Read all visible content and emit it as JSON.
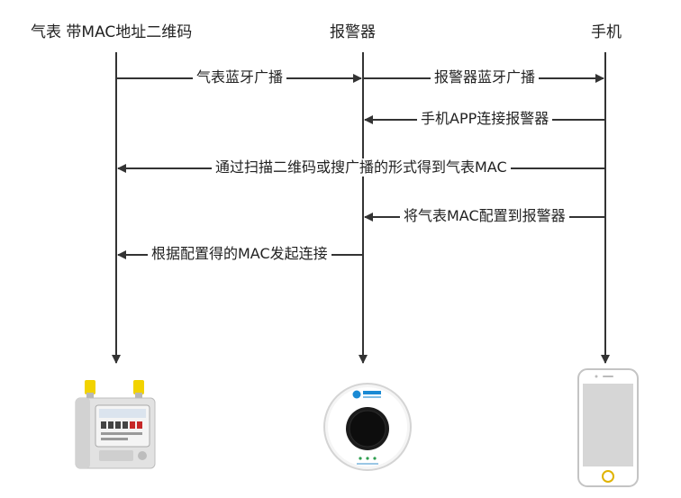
{
  "participants": [
    {
      "id": "meter",
      "label": "气表 带MAC地址二维码",
      "icon": "gas-meter-icon"
    },
    {
      "id": "alarm",
      "label": "报警器",
      "icon": "alarm-device-icon"
    },
    {
      "id": "phone",
      "label": "手机",
      "icon": "phone-icon"
    }
  ],
  "messages": [
    {
      "from": "meter",
      "to": "alarm",
      "label": "气表蓝牙广播"
    },
    {
      "from": "alarm",
      "to": "phone",
      "label": "报警器蓝牙广播"
    },
    {
      "from": "phone",
      "to": "alarm",
      "label": "手机APP连接报警器"
    },
    {
      "from": "phone",
      "to": "meter",
      "label": "通过扫描二维码或搜广播的形式得到气表MAC"
    },
    {
      "from": "phone",
      "to": "alarm",
      "label": "将气表MAC配置到报警器"
    },
    {
      "from": "alarm",
      "to": "meter",
      "label": "根据配置得的MAC发起连接"
    }
  ],
  "colors": {
    "line": "#333333",
    "meter_cap": "#f2d300",
    "alarm_ring": "#1a8ad4",
    "phone_button": "#e0b300"
  }
}
